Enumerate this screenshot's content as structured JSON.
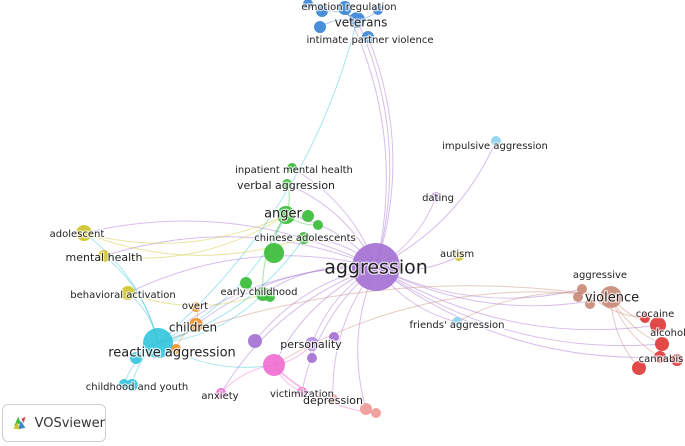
{
  "app": {
    "name": "VOSviewer"
  },
  "colors": {
    "purple": "#a472d3",
    "red": "#e03a3a",
    "brown": "#c98a78",
    "green": "#3bbd3b",
    "yellow": "#cfc52a",
    "cyan": "#35c6dc",
    "blue": "#3b86d6",
    "pink": "#ef6fd0",
    "salmon": "#f19999",
    "orange": "#f0902a",
    "lavender": "#b38ee0",
    "lightblue": "#8fd1ee"
  },
  "nodes": [
    {
      "id": "aggression",
      "label": "aggression",
      "color": "purple",
      "labeled": true
    },
    {
      "id": "violence",
      "label": "violence",
      "color": "brown",
      "labeled": true
    },
    {
      "id": "aggressive",
      "label": "aggressive",
      "color": "brown",
      "labeled": true
    },
    {
      "id": "cocaine",
      "label": "cocaine",
      "color": "red",
      "labeled": true
    },
    {
      "id": "alcohol",
      "label": "alcohol",
      "color": "red",
      "labeled": true
    },
    {
      "id": "cannabis",
      "label": "cannabis",
      "color": "red",
      "labeled": true
    },
    {
      "id": "veterans",
      "label": "veterans",
      "color": "blue",
      "labeled": true
    },
    {
      "id": "emotion_regulation",
      "label": "emotion regulation",
      "color": "blue",
      "labeled": true
    },
    {
      "id": "ipv",
      "label": "intimate partner violence",
      "color": "blue",
      "labeled": true
    },
    {
      "id": "impulsive_aggression",
      "label": "impulsive aggression",
      "color": "lightblue",
      "labeled": true
    },
    {
      "id": "dating",
      "label": "dating",
      "color": "lavender",
      "labeled": true
    },
    {
      "id": "inpatient",
      "label": "inpatient mental health",
      "color": "green",
      "labeled": true
    },
    {
      "id": "verbal",
      "label": "verbal aggression",
      "color": "green",
      "labeled": true
    },
    {
      "id": "anger",
      "label": "anger",
      "color": "green",
      "labeled": true
    },
    {
      "id": "chinese",
      "label": "chinese adolescents",
      "color": "green",
      "labeled": true
    },
    {
      "id": "early_childhood",
      "label": "early childhood",
      "color": "green",
      "labeled": true
    },
    {
      "id": "adolescent",
      "label": "adolescent",
      "color": "yellow",
      "labeled": true
    },
    {
      "id": "mental_health",
      "label": "mental health",
      "color": "yellow",
      "labeled": true
    },
    {
      "id": "behavioral",
      "label": "behavioral activation",
      "color": "yellow",
      "labeled": true
    },
    {
      "id": "autism",
      "label": "autism",
      "color": "yellow",
      "labeled": true
    },
    {
      "id": "overt",
      "label": "overt",
      "color": "orange",
      "labeled": true
    },
    {
      "id": "children",
      "label": "children",
      "color": "orange",
      "labeled": true
    },
    {
      "id": "reactive",
      "label": "reactive aggression",
      "color": "cyan",
      "labeled": true
    },
    {
      "id": "childhood_youth",
      "label": "childhood and youth",
      "color": "cyan",
      "labeled": true
    },
    {
      "id": "personality",
      "label": "personality",
      "color": "lavender",
      "labeled": true
    },
    {
      "id": "friends",
      "label": "friends' aggression",
      "color": "lightblue",
      "labeled": true
    },
    {
      "id": "anxiety",
      "label": "anxiety",
      "color": "pink",
      "labeled": true
    },
    {
      "id": "victimization",
      "label": "victimization",
      "color": "pink",
      "labeled": true
    },
    {
      "id": "depression",
      "label": "depression",
      "color": "salmon",
      "labeled": true
    },
    {
      "id": "pink_hub",
      "label": "",
      "color": "pink",
      "labeled": false
    },
    {
      "id": "blue_a",
      "label": "",
      "color": "blue",
      "labeled": false
    },
    {
      "id": "blue_b",
      "label": "",
      "color": "blue",
      "labeled": false
    },
    {
      "id": "blue_c",
      "label": "",
      "color": "blue",
      "labeled": false
    },
    {
      "id": "blue_d",
      "label": "",
      "color": "blue",
      "labeled": false
    },
    {
      "id": "green_a",
      "label": "",
      "color": "green",
      "labeled": false
    },
    {
      "id": "green_b",
      "label": "",
      "color": "green",
      "labeled": false
    },
    {
      "id": "green_c",
      "label": "",
      "color": "green",
      "labeled": false
    },
    {
      "id": "green_d",
      "label": "",
      "color": "green",
      "labeled": false
    },
    {
      "id": "green_e",
      "label": "",
      "color": "green",
      "labeled": false
    },
    {
      "id": "brown_a",
      "label": "",
      "color": "brown",
      "labeled": false
    },
    {
      "id": "brown_b",
      "label": "",
      "color": "brown",
      "labeled": false
    },
    {
      "id": "red_a",
      "label": "",
      "color": "red",
      "labeled": false
    },
    {
      "id": "red_b",
      "label": "",
      "color": "red",
      "labeled": false
    },
    {
      "id": "red_c",
      "label": "",
      "color": "red",
      "labeled": false
    },
    {
      "id": "purple_a",
      "label": "",
      "color": "purple",
      "labeled": false
    },
    {
      "id": "purple_b",
      "label": "",
      "color": "purple",
      "labeled": false
    },
    {
      "id": "purple_c",
      "label": "",
      "color": "purple",
      "labeled": false
    },
    {
      "id": "salmon_a",
      "label": "",
      "color": "salmon",
      "labeled": false
    },
    {
      "id": "salmon_b",
      "label": "",
      "color": "salmon",
      "labeled": false
    },
    {
      "id": "cyan_a",
      "label": "",
      "color": "cyan",
      "labeled": false
    },
    {
      "id": "cyan_b",
      "label": "",
      "color": "cyan",
      "labeled": false
    },
    {
      "id": "orange_a",
      "label": "",
      "color": "orange",
      "labeled": false
    }
  ],
  "edges": [
    [
      "aggression",
      "violence"
    ],
    [
      "aggression",
      "aggressive"
    ],
    [
      "aggression",
      "cocaine"
    ],
    [
      "aggression",
      "alcohol"
    ],
    [
      "aggression",
      "cannabis"
    ],
    [
      "aggression",
      "veterans"
    ],
    [
      "aggression",
      "ipv"
    ],
    [
      "aggression",
      "emotion_regulation"
    ],
    [
      "aggression",
      "impulsive_aggression"
    ],
    [
      "aggression",
      "dating"
    ],
    [
      "aggression",
      "anger"
    ],
    [
      "aggression",
      "chinese"
    ],
    [
      "aggression",
      "autism"
    ],
    [
      "aggression",
      "friends"
    ],
    [
      "aggression",
      "reactive"
    ],
    [
      "aggression",
      "children"
    ],
    [
      "aggression",
      "personality"
    ],
    [
      "aggression",
      "depression"
    ],
    [
      "aggression",
      "victimization"
    ],
    [
      "aggression",
      "anxiety"
    ],
    [
      "aggression",
      "pink_hub"
    ],
    [
      "aggression",
      "early_childhood"
    ],
    [
      "aggression",
      "adolescent"
    ],
    [
      "aggression",
      "mental_health"
    ],
    [
      "aggression",
      "behavioral"
    ],
    [
      "aggression",
      "verbal"
    ],
    [
      "aggression",
      "inpatient"
    ],
    [
      "aggression",
      "purple_a"
    ],
    [
      "aggression",
      "salmon_a"
    ],
    [
      "violence",
      "cannabis"
    ],
    [
      "violence",
      "alcohol"
    ],
    [
      "violence",
      "cocaine"
    ],
    [
      "violence",
      "red_a"
    ],
    [
      "violence",
      "reactive"
    ],
    [
      "violence",
      "pink_hub"
    ],
    [
      "violence",
      "friends"
    ],
    [
      "aggressive",
      "red_b"
    ],
    [
      "cannabis",
      "red_c"
    ],
    [
      "reactive",
      "adolescent"
    ],
    [
      "reactive",
      "mental_health"
    ],
    [
      "reactive",
      "behavioral"
    ],
    [
      "reactive",
      "anger"
    ],
    [
      "reactive",
      "children"
    ],
    [
      "reactive",
      "childhood_youth"
    ],
    [
      "reactive",
      "early_childhood"
    ],
    [
      "reactive",
      "pink_hub"
    ],
    [
      "reactive",
      "veterans"
    ],
    [
      "reactive",
      "chinese"
    ],
    [
      "reactive",
      "cyan_a"
    ],
    [
      "reactive",
      "cyan_b"
    ],
    [
      "adolescent",
      "anger"
    ],
    [
      "adolescent",
      "chinese"
    ],
    [
      "mental_health",
      "anger"
    ],
    [
      "behavioral",
      "early_childhood"
    ],
    [
      "anger",
      "green_a"
    ],
    [
      "anger",
      "green_b"
    ],
    [
      "anger",
      "green_c"
    ],
    [
      "anger",
      "early_childhood"
    ],
    [
      "anger",
      "verbal"
    ],
    [
      "green_d",
      "green_e"
    ],
    [
      "green_d",
      "early_childhood"
    ],
    [
      "children",
      "overt"
    ],
    [
      "children",
      "orange_a"
    ],
    [
      "pink_hub",
      "anxiety"
    ],
    [
      "pink_hub",
      "victimization"
    ],
    [
      "pink_hub",
      "personality"
    ],
    [
      "pink_hub",
      "depression"
    ],
    [
      "pink_hub",
      "salmon_b"
    ],
    [
      "veterans",
      "blue_a"
    ],
    [
      "veterans",
      "blue_b"
    ],
    [
      "veterans",
      "blue_c"
    ],
    [
      "veterans",
      "blue_d"
    ],
    [
      "personality",
      "purple_b"
    ],
    [
      "personality",
      "purple_c"
    ]
  ]
}
